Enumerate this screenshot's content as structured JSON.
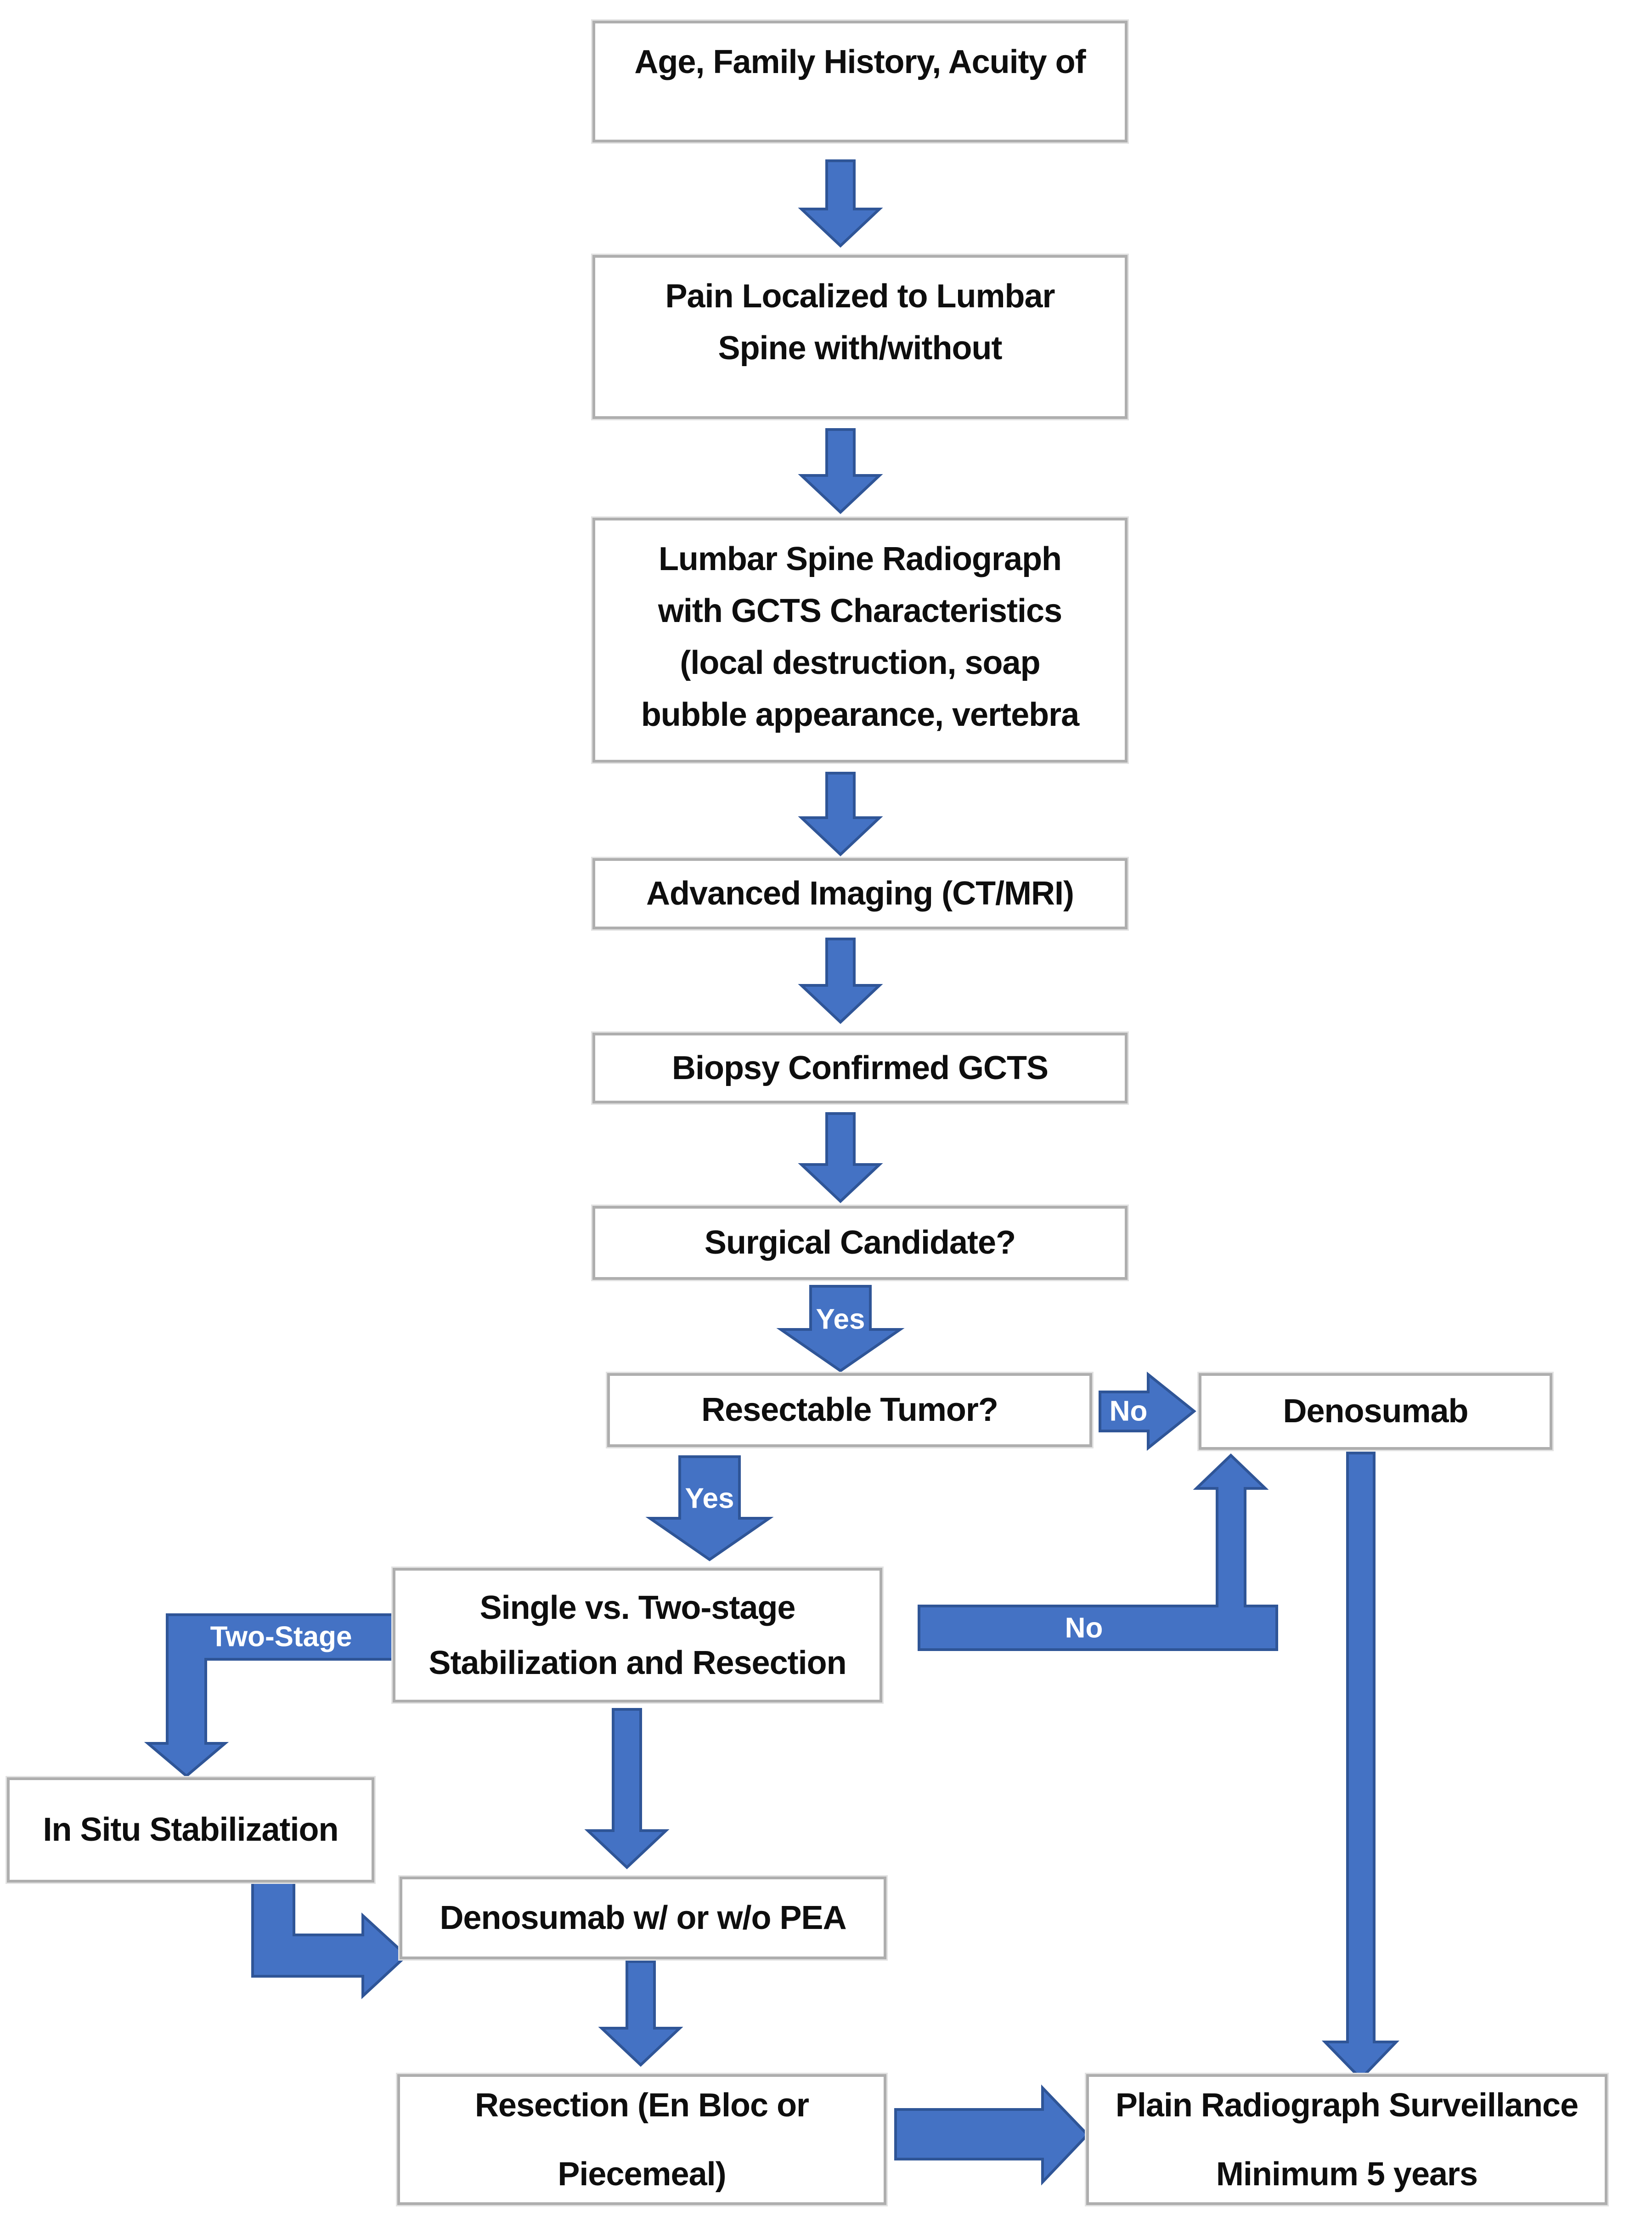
{
  "boxes": {
    "age": {
      "lines": [
        "Age, Family History, Acuity of"
      ]
    },
    "pain": {
      "lines": [
        "Pain Localized to Lumbar",
        "Spine with/without"
      ]
    },
    "radiograph": {
      "lines": [
        "Lumbar Spine Radiograph",
        "with GCTS Characteristics",
        "(local destruction, soap",
        "bubble appearance, vertebra"
      ]
    },
    "imaging": {
      "lines": [
        "Advanced Imaging (CT/MRI)"
      ]
    },
    "biopsy": {
      "lines": [
        "Biopsy Confirmed GCTS"
      ]
    },
    "surgical": {
      "lines": [
        "Surgical Candidate?"
      ]
    },
    "resectable": {
      "lines": [
        "Resectable Tumor?"
      ]
    },
    "denosumab": {
      "lines": [
        "Denosumab"
      ]
    },
    "single_two": {
      "lines": [
        "Single vs. Two-stage",
        "Stabilization and Resection"
      ]
    },
    "in_situ": {
      "lines": [
        "In Situ Stabilization"
      ]
    },
    "denosumab_pea": {
      "lines": [
        "Denosumab w/ or w/o PEA"
      ]
    },
    "resection": {
      "lines": [
        "Resection (En Bloc or",
        "Piecemeal)"
      ]
    },
    "surveillance": {
      "lines": [
        "Plain Radiograph Surveillance",
        "Minimum 5 years"
      ]
    }
  },
  "labels": {
    "yes_surgical": "Yes",
    "yes_resectable": "Yes",
    "no_resectable": "No",
    "no_single": "No",
    "two_stage": "Two-Stage"
  },
  "colors": {
    "arrow_fill": "#4472c4",
    "arrow_stroke": "#2f5597",
    "box_border": "#aeaeae",
    "text": "#0e0e0e",
    "label_text": "#ffffff"
  }
}
